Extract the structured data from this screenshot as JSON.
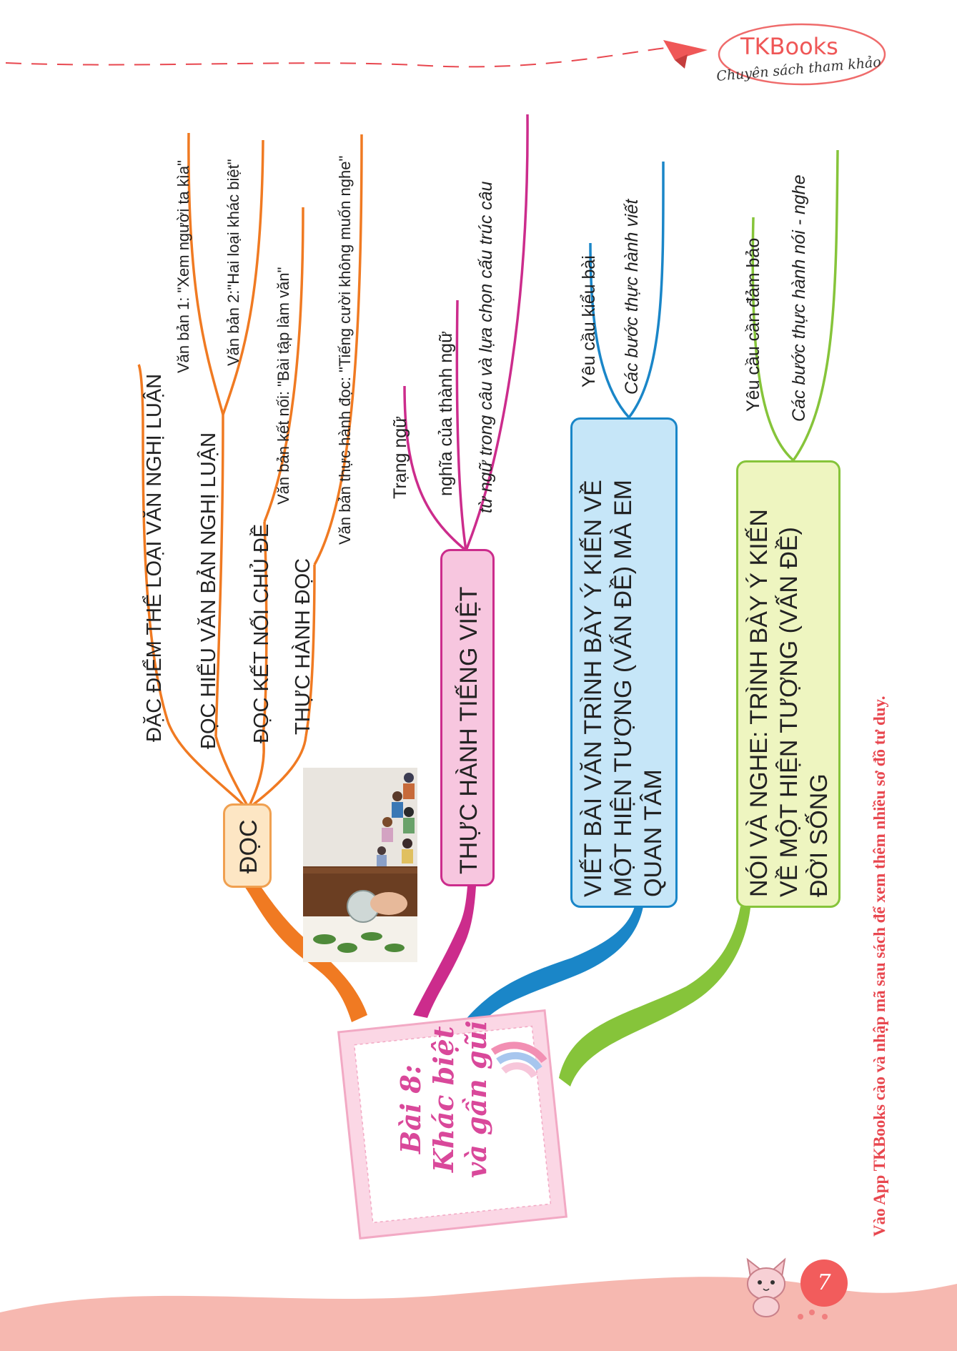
{
  "brand": {
    "name": "TKBooks",
    "tagline": "Chuyên sách tham khảo"
  },
  "center": {
    "line1": "Bài 8:",
    "line2": "Khác biệt",
    "line3": "và gần gũi"
  },
  "branches": {
    "doc": {
      "label": "ĐỌC",
      "children": [
        {
          "label": "ĐẶC ĐIỂM THỂ LOẠI VĂN NGHỊ LUẬN"
        },
        {
          "label": "ĐỌC HIỂU VĂN BẢN NGHỊ LUẬN",
          "items": [
            "Văn bản 1: \"Xem người ta kìa\"",
            "Văn bản 2:\"Hai loại khác biệt\""
          ]
        },
        {
          "label": "ĐỌC KẾT NỐI CHỦ ĐỀ",
          "items": [
            "Văn bản kết nối: \"Bài tập làm văn\""
          ]
        },
        {
          "label": "THỰC HÀNH ĐỌC",
          "items": [
            "Văn bản thực hành đọc: \"Tiếng cười không muốn nghe\""
          ]
        }
      ]
    },
    "tieng_viet": {
      "label": "THỰC HÀNH TIẾNG VIỆT",
      "items": [
        "Trạng ngữ",
        "nghĩa của thành ngữ",
        "từ ngữ trong câu và lựa chọn cấu trúc câu"
      ]
    },
    "viet": {
      "lines": [
        "VIẾT BÀI VĂN TRÌNH BÀY Ý KIẾN VỀ",
        "MỘT HIỆN TƯỢNG (VẤN ĐỀ) MÀ EM",
        "QUAN TÂM"
      ],
      "items": [
        "Yêu cầu kiểu bài",
        "Các bước thực hành viết"
      ]
    },
    "noi_nghe": {
      "lines": [
        "NÓI VÀ NGHE: TRÌNH BÀY Ý KIẾN",
        "VỀ MỘT HIỆN TƯỢNG (VẤN ĐỀ)",
        "ĐỜI SỐNG"
      ],
      "items": [
        "Yêu cầu cần đảm bảo",
        "Các bước thực hành nói - nghe"
      ]
    }
  },
  "promo": "Vào App TKBooks cào và nhập mã sau sách để xem thêm nhiều sơ đồ tư duy.",
  "page_number": "7",
  "colors": {
    "doc": "#f07a22",
    "tieng_viet": "#cc2c8c",
    "viet": "#1a86c8",
    "noi_nghe": "#86c43a",
    "wave": "#f6b8b0",
    "accent": "#e8474f"
  }
}
